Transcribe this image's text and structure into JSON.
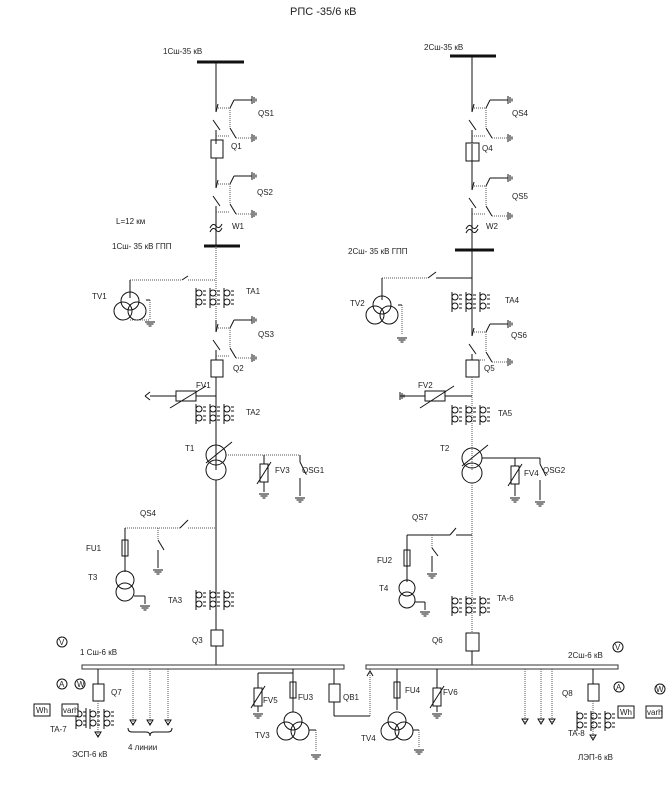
{
  "title": "РПС -35/6 кВ",
  "buses": {
    "bus1_35": "1Сш-35 кВ",
    "bus2_35": "2Сш-35 кВ",
    "bus1_gpp": "1Сш- 35 кВ ГПП",
    "bus2_gpp": "2Сш- 35 кВ ГПП",
    "bus1_6": "1 Сш-6 кВ",
    "bus2_6": "2Сш-6 кВ"
  },
  "line_length": "L=12 км",
  "labels": {
    "QS1": "QS1",
    "Q1": "Q1",
    "QS2": "QS2",
    "W1": "W1",
    "QS4": "QS4",
    "Q4": "Q4",
    "QS5": "QS5",
    "W2": "W2",
    "TV1": "TV1",
    "TA1": "TA1",
    "QS3": "QS3",
    "Q2": "Q2",
    "FV1": "FV1",
    "TA2": "TA2",
    "T1": "T1",
    "FV3": "FV3",
    "QSG1": "QSG1",
    "QSd": "QS4",
    "FU1": "FU1",
    "T3": "T3",
    "TA3": "TA3",
    "Q3": "Q3",
    "TV2": "TV2",
    "TA4": "TA4",
    "QS6": "QS6",
    "Q5": "Q5",
    "FV2": "FV2",
    "TA5": "TA5",
    "T2": "T2",
    "FV4": "FV4",
    "QSG2": "QSG2",
    "QS7": "QS7",
    "FU2": "FU2",
    "T4": "T4",
    "TA6": "TA-6",
    "Q6": "Q6",
    "Q7": "Q7",
    "TA7": "TA-7",
    "FV5": "FV5",
    "FU3": "FU3",
    "TV3": "TV3",
    "QB1": "QB1",
    "TV4": "TV4",
    "FU4": "FU4",
    "FV6": "FV6",
    "Q8": "Q8",
    "TA8": "TA-8"
  },
  "meters": {
    "voltmeter": "V",
    "ammeter": "A",
    "wattmeter": "W",
    "wh": "Wh",
    "varh": "varh"
  },
  "feeders": {
    "left": "ЭСП-6 кВ",
    "lines": "4 линии",
    "right": "ЛЭП-6 кВ"
  }
}
